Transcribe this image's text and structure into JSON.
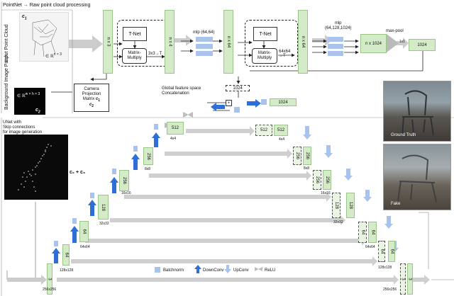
{
  "header": {
    "pointnet_title": "PointNet → Raw point cloud processing",
    "input_label": "Input Point Cloud",
    "c1": "c",
    "c1_sub": "1",
    "pc_dims": "∈ ℝ",
    "pc_sup": "n × 3",
    "bg_label": "Background Image Patch",
    "bg_dims": "∈ ℝ",
    "bg_sup": "w × h × 3",
    "c2": "c",
    "c2_sub": "2",
    "camera_line1": "Camera",
    "camera_line2": "Projection",
    "camera_line3": "Matrix",
    "camera_c": "c",
    "camera_c_sub": "1",
    "camera_c2": "c",
    "camera_c2_sub": "2",
    "unet_line1": "UNet with",
    "unet_line2": "Skip connections",
    "unet_line3": "for image generation",
    "c2_plus_c3": "c₂ + c₃"
  },
  "pointnet": {
    "n3_a": "n x 3",
    "tnet": "T-Net",
    "matrix_multiply_a": "Matrix-\nMultiply",
    "trans_a": "3x3→T",
    "n4": "n x 4",
    "mlp_64": "mlp (64,64)",
    "n64_a": "n x 64",
    "tnet_b": "T-Net",
    "matrix_multiply_b": "Matrix-\nMultiply",
    "trans_b": "64x64\n→T",
    "n64_b": "n x 64",
    "mlp_big": "mlp\n(64,128,1024)",
    "n1024": "n x 1024",
    "maxpool": "max-pool",
    "one_by_one": "1x1",
    "vec_1024": "1024",
    "global_feat_1": "Global feature space",
    "global_feat_2": "Concatenation",
    "feat_1024_a": "1024",
    "feat_1024_b": "1024",
    "plus": "+"
  },
  "unet": {
    "enc_channels": [
      "3",
      "64",
      "128",
      "256",
      "256",
      "512"
    ],
    "enc_sizes": [
      "256x256",
      "128x128",
      "64x64",
      "32x32",
      "16x16",
      "8x8",
      "4x4"
    ],
    "bottleneck": "512",
    "bottleneck_1024": "1024",
    "dec_channels": [
      "512",
      "512",
      "256",
      "256",
      "256",
      "128",
      "128",
      "64",
      "64",
      "64",
      "3",
      "3"
    ],
    "dec_sizes": [
      "4x4",
      "8x8",
      "16x16",
      "32x32",
      "64x64",
      "128x128",
      "256x256"
    ],
    "top_512": "512"
  },
  "legend": {
    "batchnorm": "Batchnorm",
    "downconv": "DownConv",
    "upconv": "UpConv",
    "relu": "ReLU"
  },
  "photos": {
    "ground_truth": "Ground Truth",
    "fake": "Fake"
  },
  "colors": {
    "feature_map": "#d3ebc6",
    "batchnorm": "#a9c3ec",
    "downconv": "#2d6fd6",
    "skip_arrow": "#cfcfcf"
  }
}
